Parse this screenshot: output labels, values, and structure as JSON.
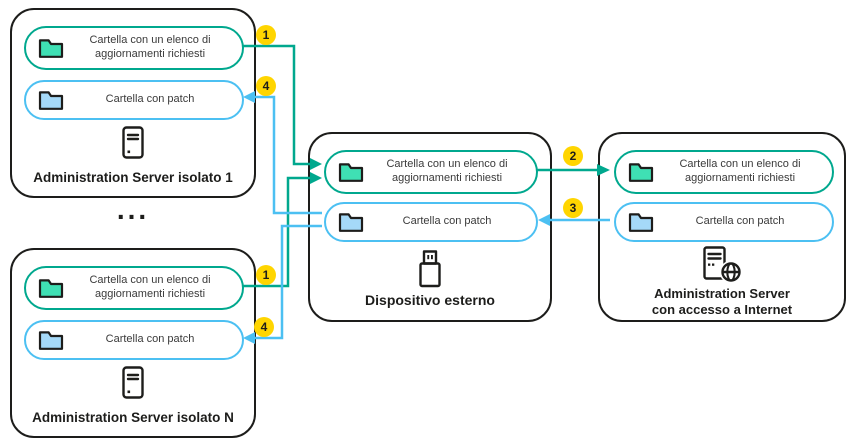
{
  "colors": {
    "teal": "#00a88e",
    "teal_folder_fill": "#3fe0b4",
    "blue": "#4cc0f2",
    "blue_folder_fill": "#a5d9f8",
    "badge_yellow": "#ffd500",
    "ink": "#1d1d1b"
  },
  "boxes": {
    "server1": {
      "title": "Administration Server isolato 1",
      "updates_folder_label": "Cartella con un elenco di aggiornamenti richiesti",
      "patch_folder_label": "Cartella con patch"
    },
    "serverN": {
      "title": "Administration Server isolato N",
      "updates_folder_label": "Cartella con un elenco di aggiornamenti richiesti",
      "patch_folder_label": "Cartella con patch"
    },
    "external_device": {
      "title": "Dispositivo esterno",
      "updates_folder_label": "Cartella con un elenco di aggiornamenti richiesti",
      "patch_folder_label": "Cartella con patch"
    },
    "internet_server": {
      "title_line1": "Administration Server",
      "title_line2": "con accesso a Internet",
      "updates_folder_label": "Cartella con un elenco di aggiornamenti richiesti",
      "patch_folder_label": "Cartella con patch"
    }
  },
  "ellipsis": "...",
  "steps": {
    "step1_server1": "1",
    "step4_server1": "4",
    "step1_serverN": "1",
    "step4_serverN": "4",
    "step2": "2",
    "step3": "3"
  }
}
